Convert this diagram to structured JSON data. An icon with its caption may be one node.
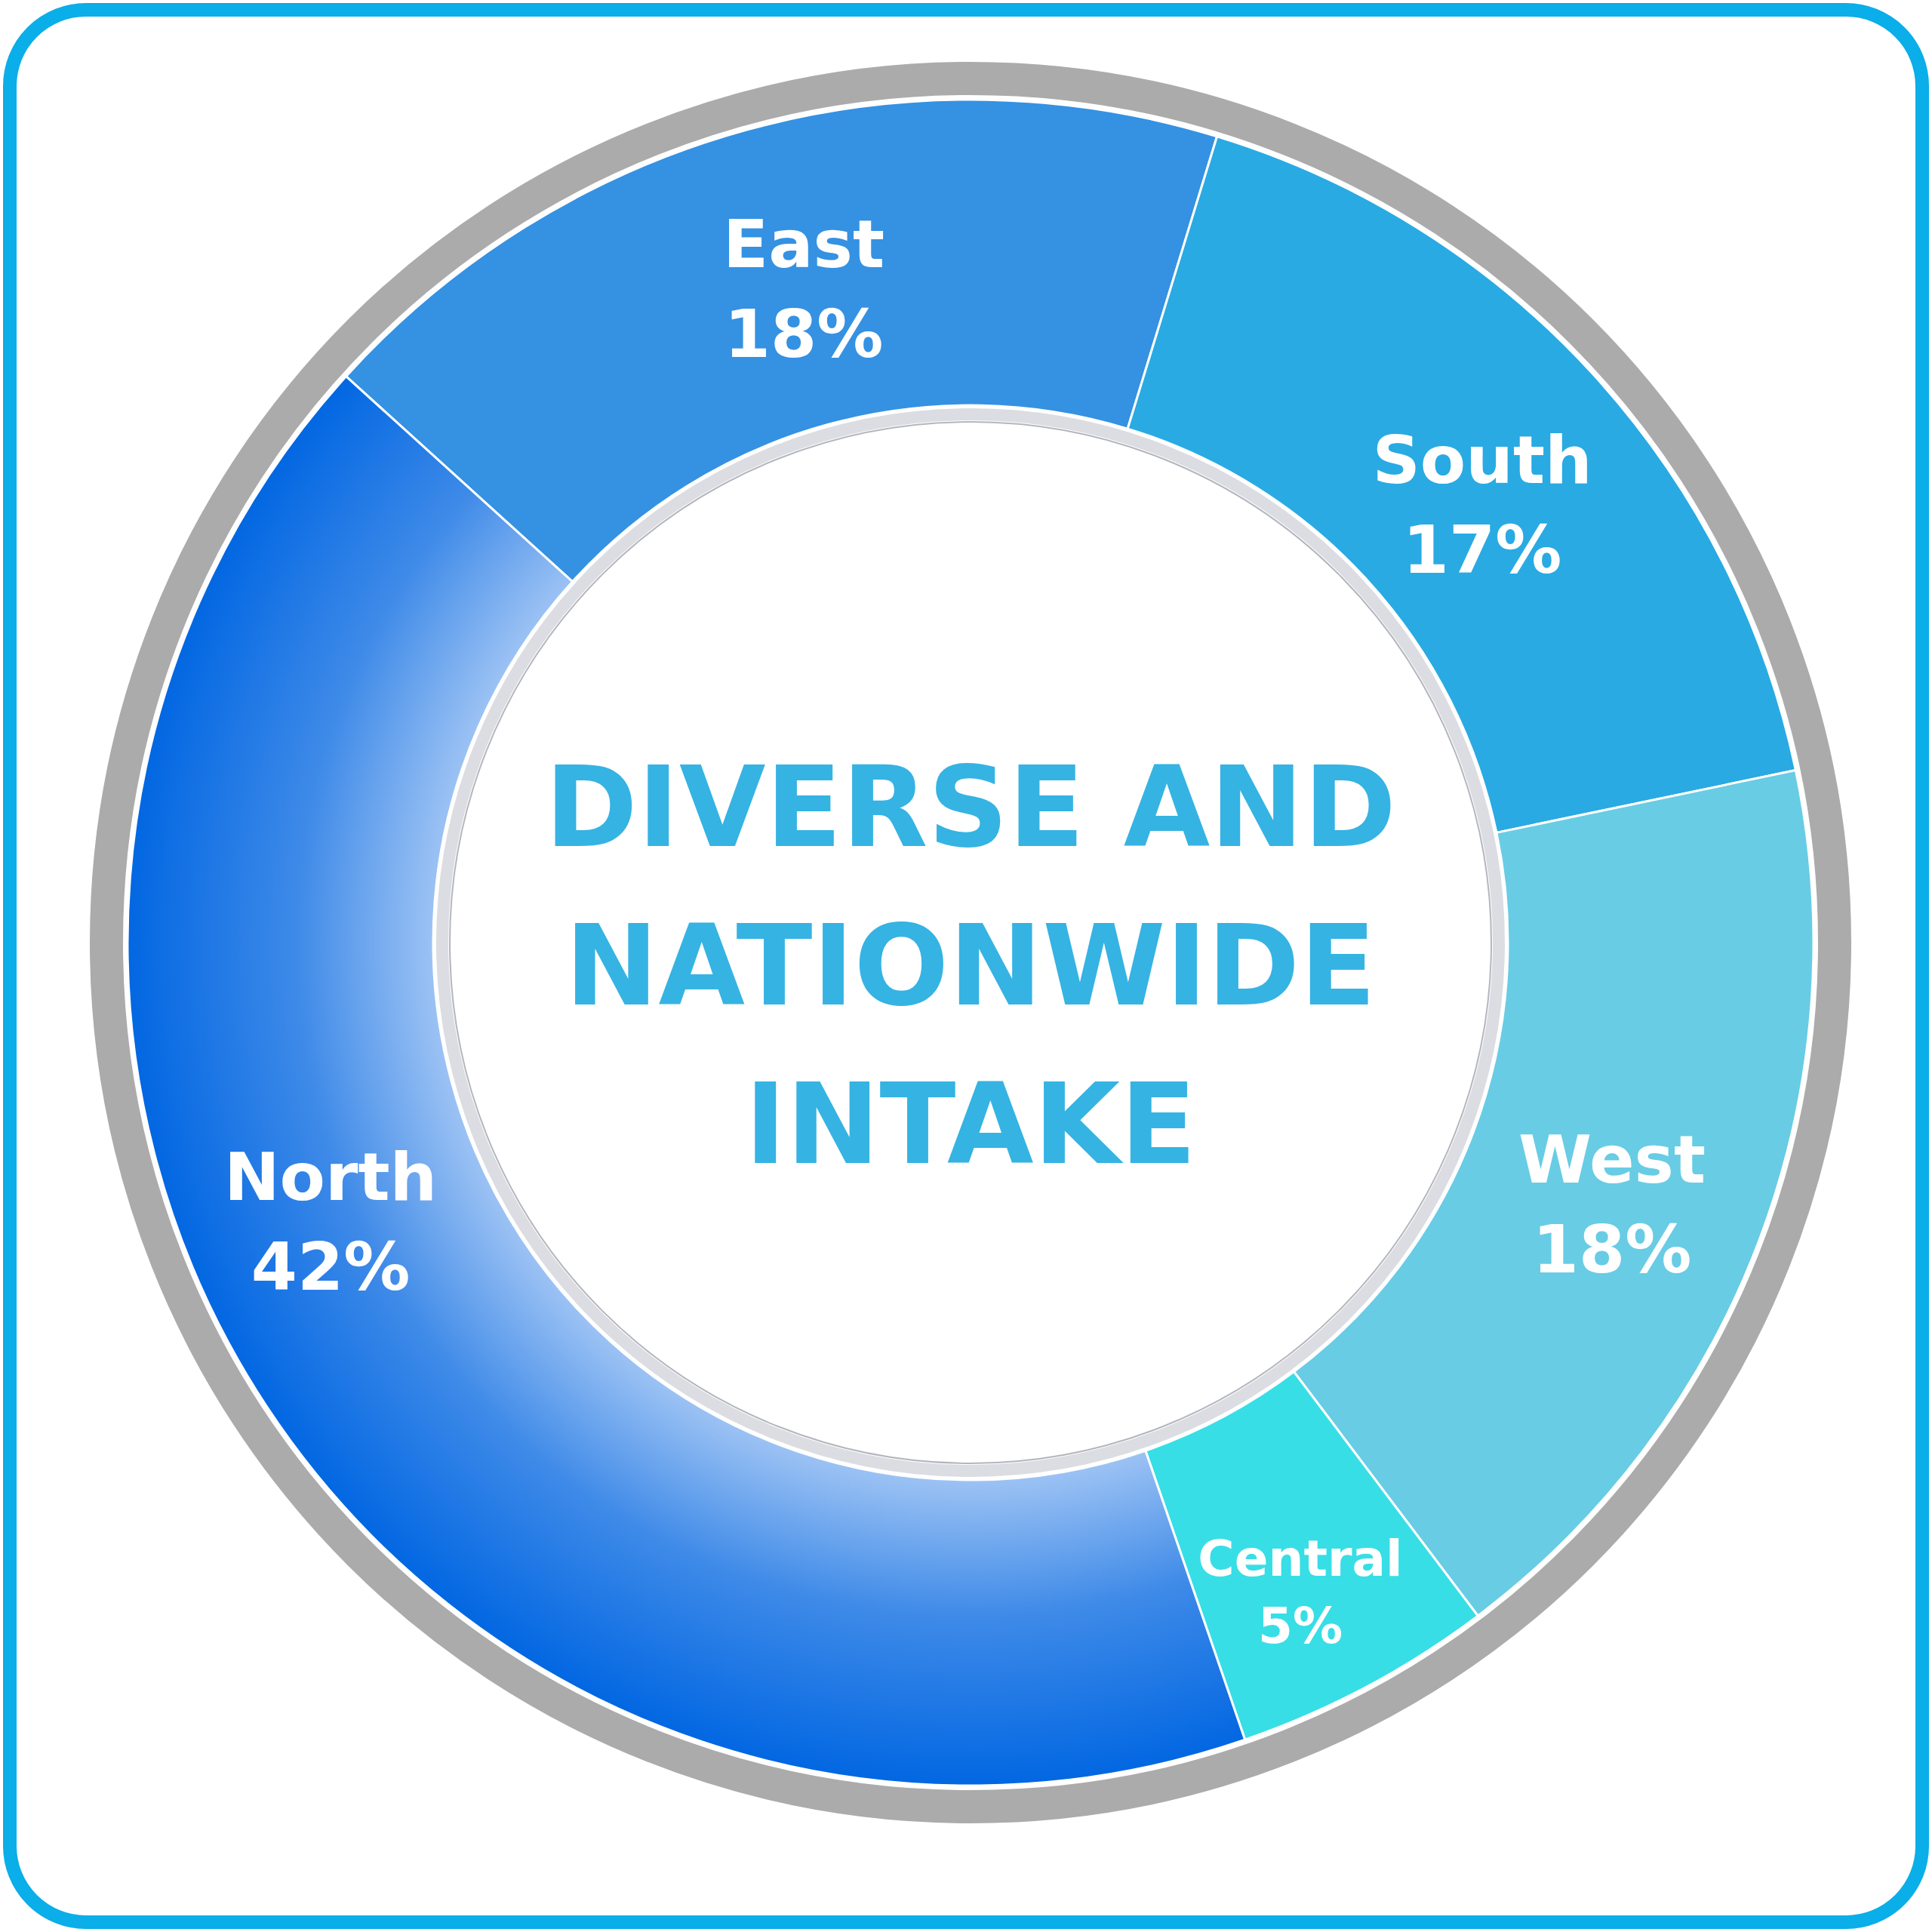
{
  "diagram": {
    "title": "DIVERSE AND NATIONWIDE INTAKE",
    "chart_data": {
      "type": "donut",
      "categories": [
        "East",
        "South",
        "West",
        "Central",
        "North"
      ],
      "values": [
        18,
        17,
        18,
        5,
        42
      ],
      "value_labels": [
        "18%",
        "17%",
        "18%",
        "5%",
        "42%"
      ]
    }
  }
}
